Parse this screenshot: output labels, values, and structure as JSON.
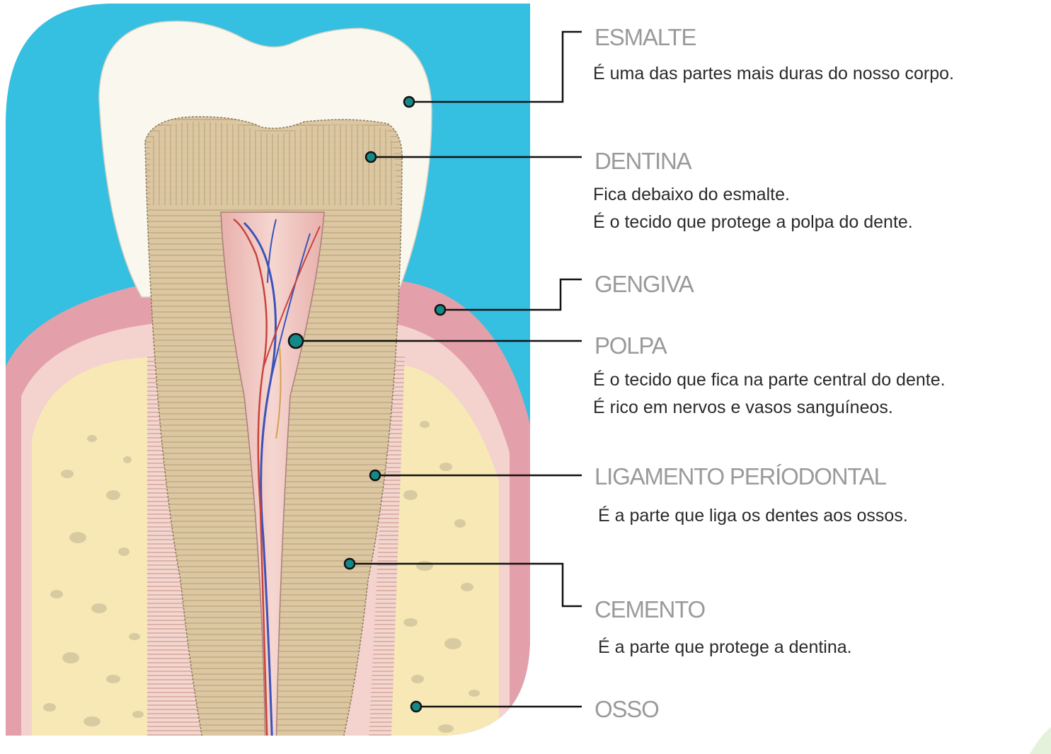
{
  "colors": {
    "sky": "#35bfe0",
    "enamel": "#faf7ef",
    "dentin": "#d8c4a0",
    "pulp": "#efc3be",
    "gum": "#e3a0aa",
    "gum_light": "#f4d2ce",
    "bone": "#f7e8b5",
    "bone_pore": "#d9cba1",
    "nerve": "#3b53b8",
    "vessel": "#c9443c",
    "marker_fill": "#138a88",
    "leader_line": "#111111",
    "label_text": "#9a9a9a",
    "description_text": "#2a2a2a"
  },
  "parts": {
    "esmalte": {
      "name": "ESMALTE",
      "lines": [
        "É uma das partes mais duras do nosso corpo."
      ]
    },
    "dentina": {
      "name": "DENTINA",
      "lines": [
        "Fica debaixo do esmalte.",
        "É o tecido que protege a polpa do dente."
      ]
    },
    "gengiva": {
      "name": "GENGIVA",
      "lines": []
    },
    "polpa": {
      "name": "POLPA",
      "lines": [
        "É o tecido que fica na parte central do dente.",
        "É rico em nervos e vasos sanguíneos."
      ]
    },
    "ligamento": {
      "name": "LIGAMENTO PERÍODONTAL",
      "lines": [
        "É a parte que liga os dentes aos ossos."
      ]
    },
    "cemento": {
      "name": "CEMENTO",
      "lines": [
        "É a parte que protege a dentina."
      ]
    },
    "osso": {
      "name": "OSSO",
      "lines": []
    }
  }
}
